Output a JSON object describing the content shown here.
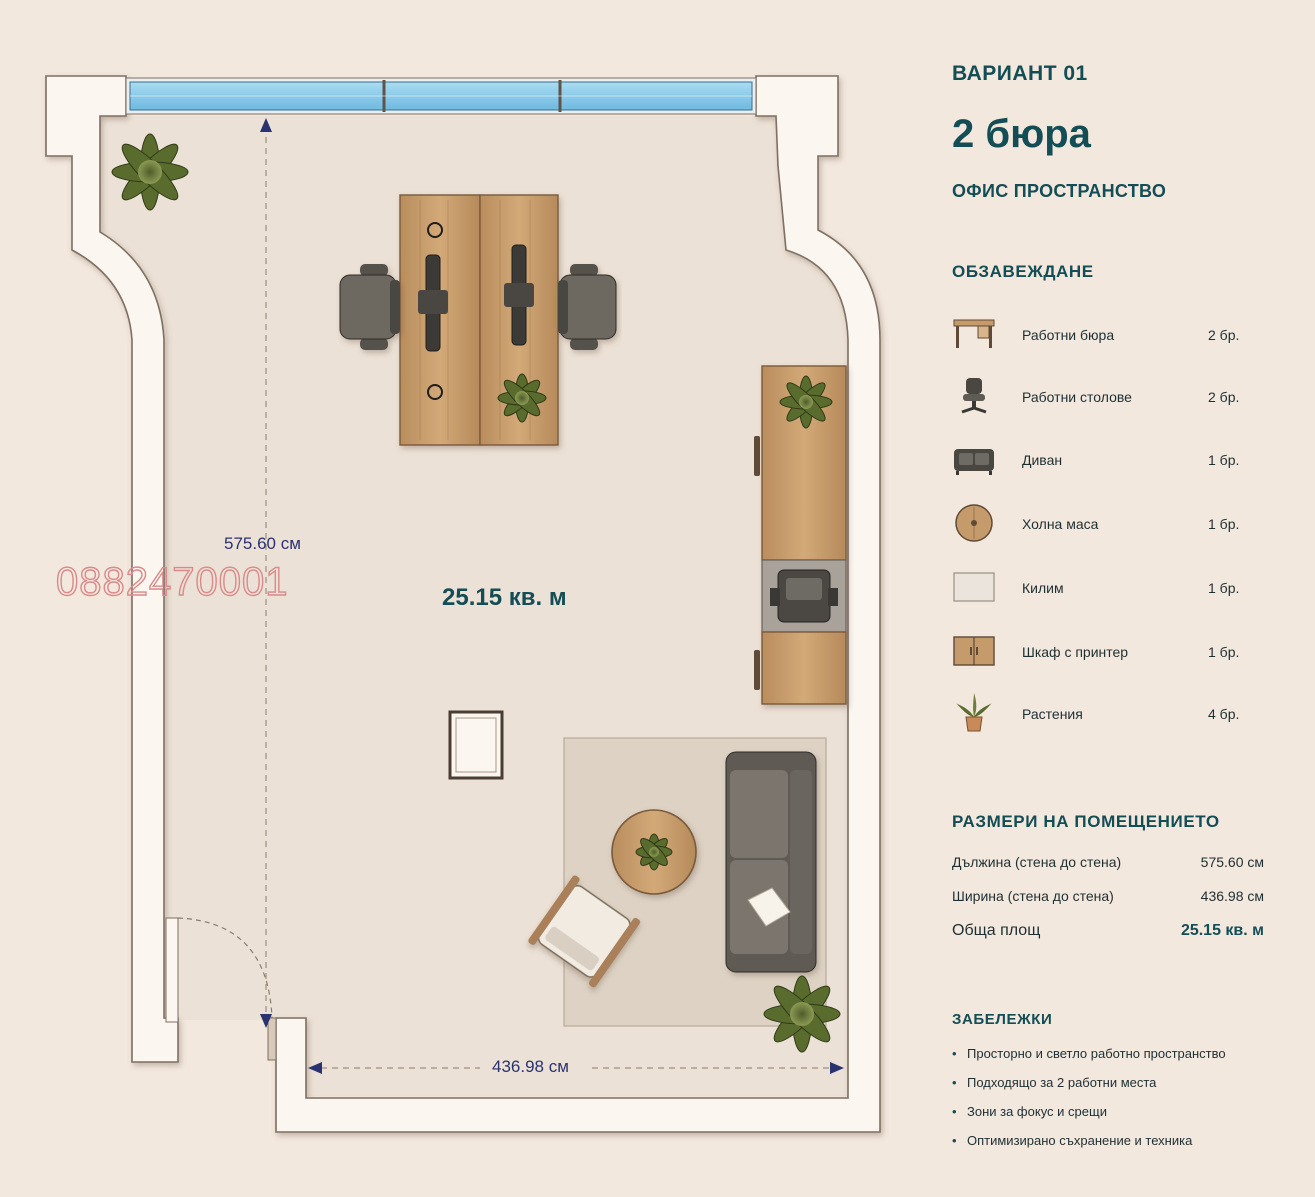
{
  "header": {
    "variant": "ВАРИАНТ 01",
    "title": "2 бюра",
    "subtitle": "ОФИС ПРОСТРАНСТВО"
  },
  "furniture": {
    "heading": "ОБЗАВЕЖДАНЕ",
    "items": [
      {
        "icon": "desk-icon",
        "name": "Работни бюра",
        "qty": "2 бр."
      },
      {
        "icon": "office-chair-icon",
        "name": "Работни столове",
        "qty": "2 бр."
      },
      {
        "icon": "sofa-icon",
        "name": "Диван",
        "qty": "1 бр."
      },
      {
        "icon": "round-table-icon",
        "name": "Холна маса",
        "qty": "1 бр."
      },
      {
        "icon": "rug-icon",
        "name": "Килим",
        "qty": "1 бр."
      },
      {
        "icon": "cabinet-icon",
        "name": "Шкаф с принтер",
        "qty": "1 бр."
      },
      {
        "icon": "plant-icon",
        "name": "Растения",
        "qty": "4 бр."
      }
    ]
  },
  "dimensions": {
    "heading": "РАЗМЕРИ НА ПОМЕЩЕНИЕТО",
    "length_label": "Дължина (стена до стена)",
    "length_value": "575.60 см",
    "width_label": "Ширина (стена до стена)",
    "width_value": "436.98 см",
    "total_label": "Обща площ",
    "total_value": "25.15 кв. м"
  },
  "notes": {
    "heading": "ЗАБЕЛЕЖКИ",
    "items": [
      "Просторно и светло работно пространство",
      "Подходящо за 2 работни места",
      "Зони за фокус и срещи",
      "Оптимизирано съхранение и техника"
    ]
  },
  "plan": {
    "height_dim": "575.60 см",
    "width_dim": "436.98 см",
    "area": "25.15 кв. м",
    "watermark": "0882470001"
  },
  "colors": {
    "background": "#f3e8de",
    "floor": "#ece1d6",
    "wall": "#fbf6f0",
    "accent": "#134d55",
    "dimension": "#2a3370",
    "wood": "#c59b6c",
    "watermark": "#d98a8a"
  }
}
